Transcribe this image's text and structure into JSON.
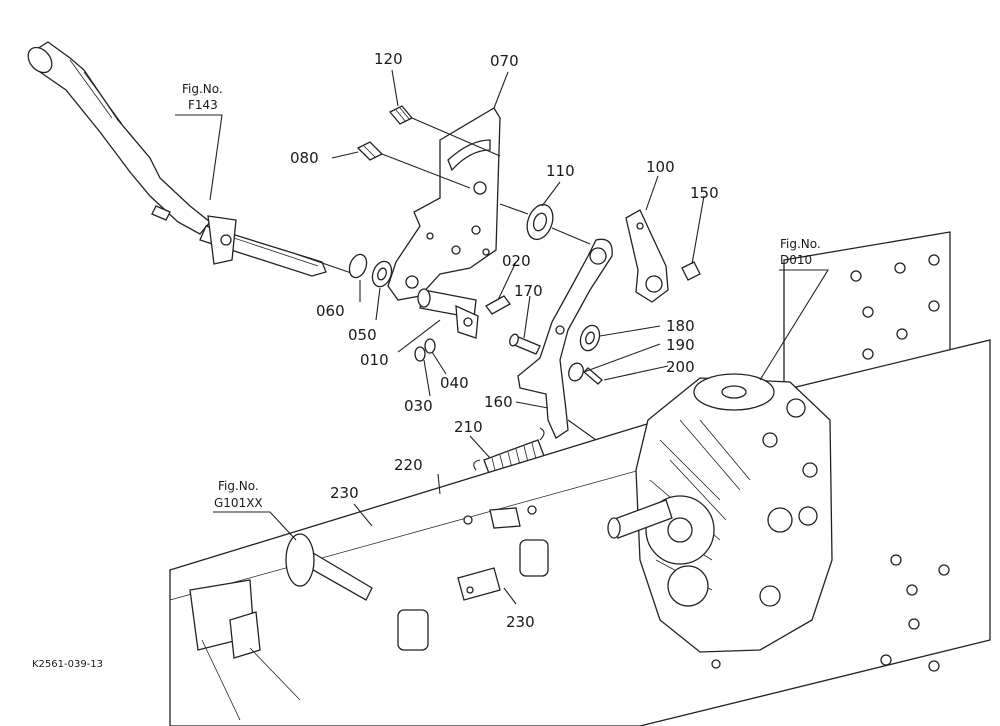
{
  "figure_refs": {
    "f143": {
      "line1": "Fig.No.",
      "line2": "F143"
    },
    "d010": {
      "line1": "Fig.No.",
      "line2": "D010"
    },
    "g101xx": {
      "line1": "Fig.No.",
      "line2": "G101XX"
    }
  },
  "part_labels": {
    "p120": "120",
    "p070": "070",
    "p080": "080",
    "p110": "110",
    "p100": "100",
    "p150": "150",
    "p020": "020",
    "p170": "170",
    "p060": "060",
    "p050": "050",
    "p180": "180",
    "p190": "190",
    "p200": "200",
    "p010": "010",
    "p040": "040",
    "p030": "030",
    "p160": "160",
    "p210": "210",
    "p220": "220",
    "p230a": "230",
    "p230b": "230"
  },
  "drawing_code": "K2561-039-13"
}
